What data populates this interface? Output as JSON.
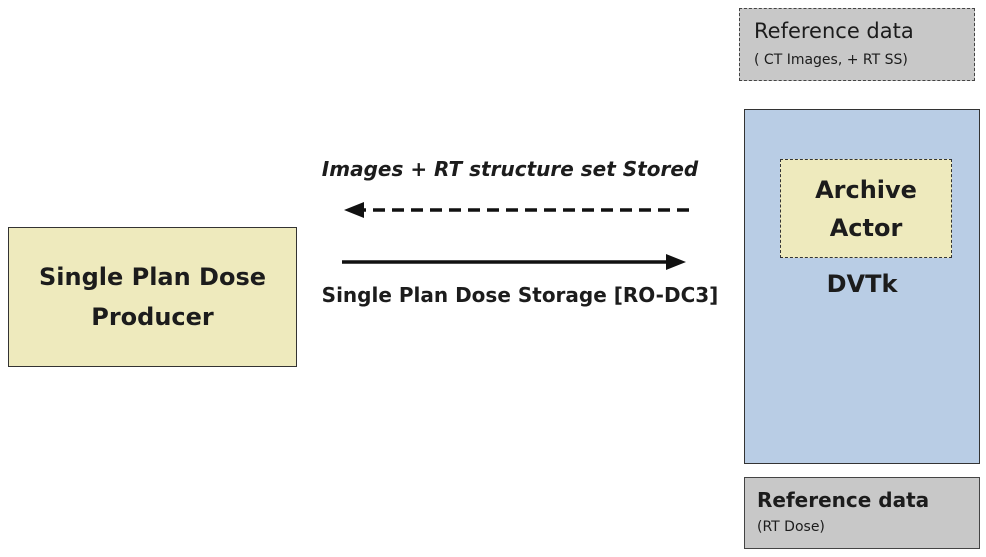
{
  "reference_top": {
    "title": "Reference data",
    "subtitle": "( CT Images, + RT SS)"
  },
  "archive": {
    "line1": "Archive",
    "line2": "Actor"
  },
  "dvtk": {
    "label": "DVTk"
  },
  "reference_bottom": {
    "title": "Reference data",
    "subtitle": "(RT Dose)"
  },
  "producer": {
    "line1": "Single Plan Dose",
    "line2": "Producer"
  },
  "transactions": {
    "stored_label": "Images + RT structure set Stored",
    "storage_label": "Single Plan Dose Storage [RO-DC3]"
  },
  "colors": {
    "actor_fill": "#eeeabd",
    "dvtk_fill": "#b9cde5",
    "reference_fill": "#c8c8c8",
    "arrow": "#111111"
  }
}
